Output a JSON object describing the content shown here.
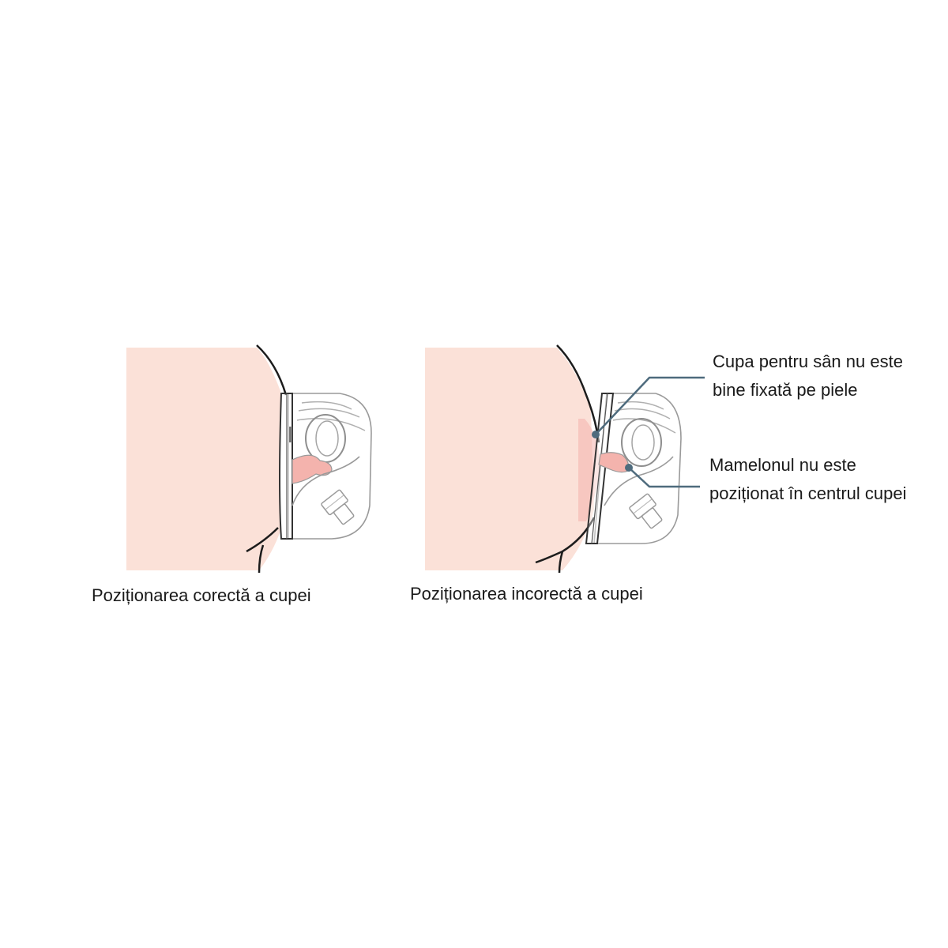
{
  "figures": [
    {
      "caption": "Poziționarea corectă a cupei"
    },
    {
      "caption": "Poziționarea incorectă a cupei",
      "callouts": [
        {
          "lines": [
            "Cupa pentru sân nu este",
            "bine fixată pe piele"
          ]
        },
        {
          "lines": [
            "Mamelonul nu este",
            "poziționat în centrul cupei"
          ]
        }
      ]
    }
  ],
  "colors": {
    "skin": "#fbe1d8",
    "skin_highlight": "#f4b3ad",
    "outline": "#1c1c1c",
    "device_line": "#9a9a9a",
    "device_fill": "#ffffff",
    "callout_line": "#4e6b7d"
  }
}
